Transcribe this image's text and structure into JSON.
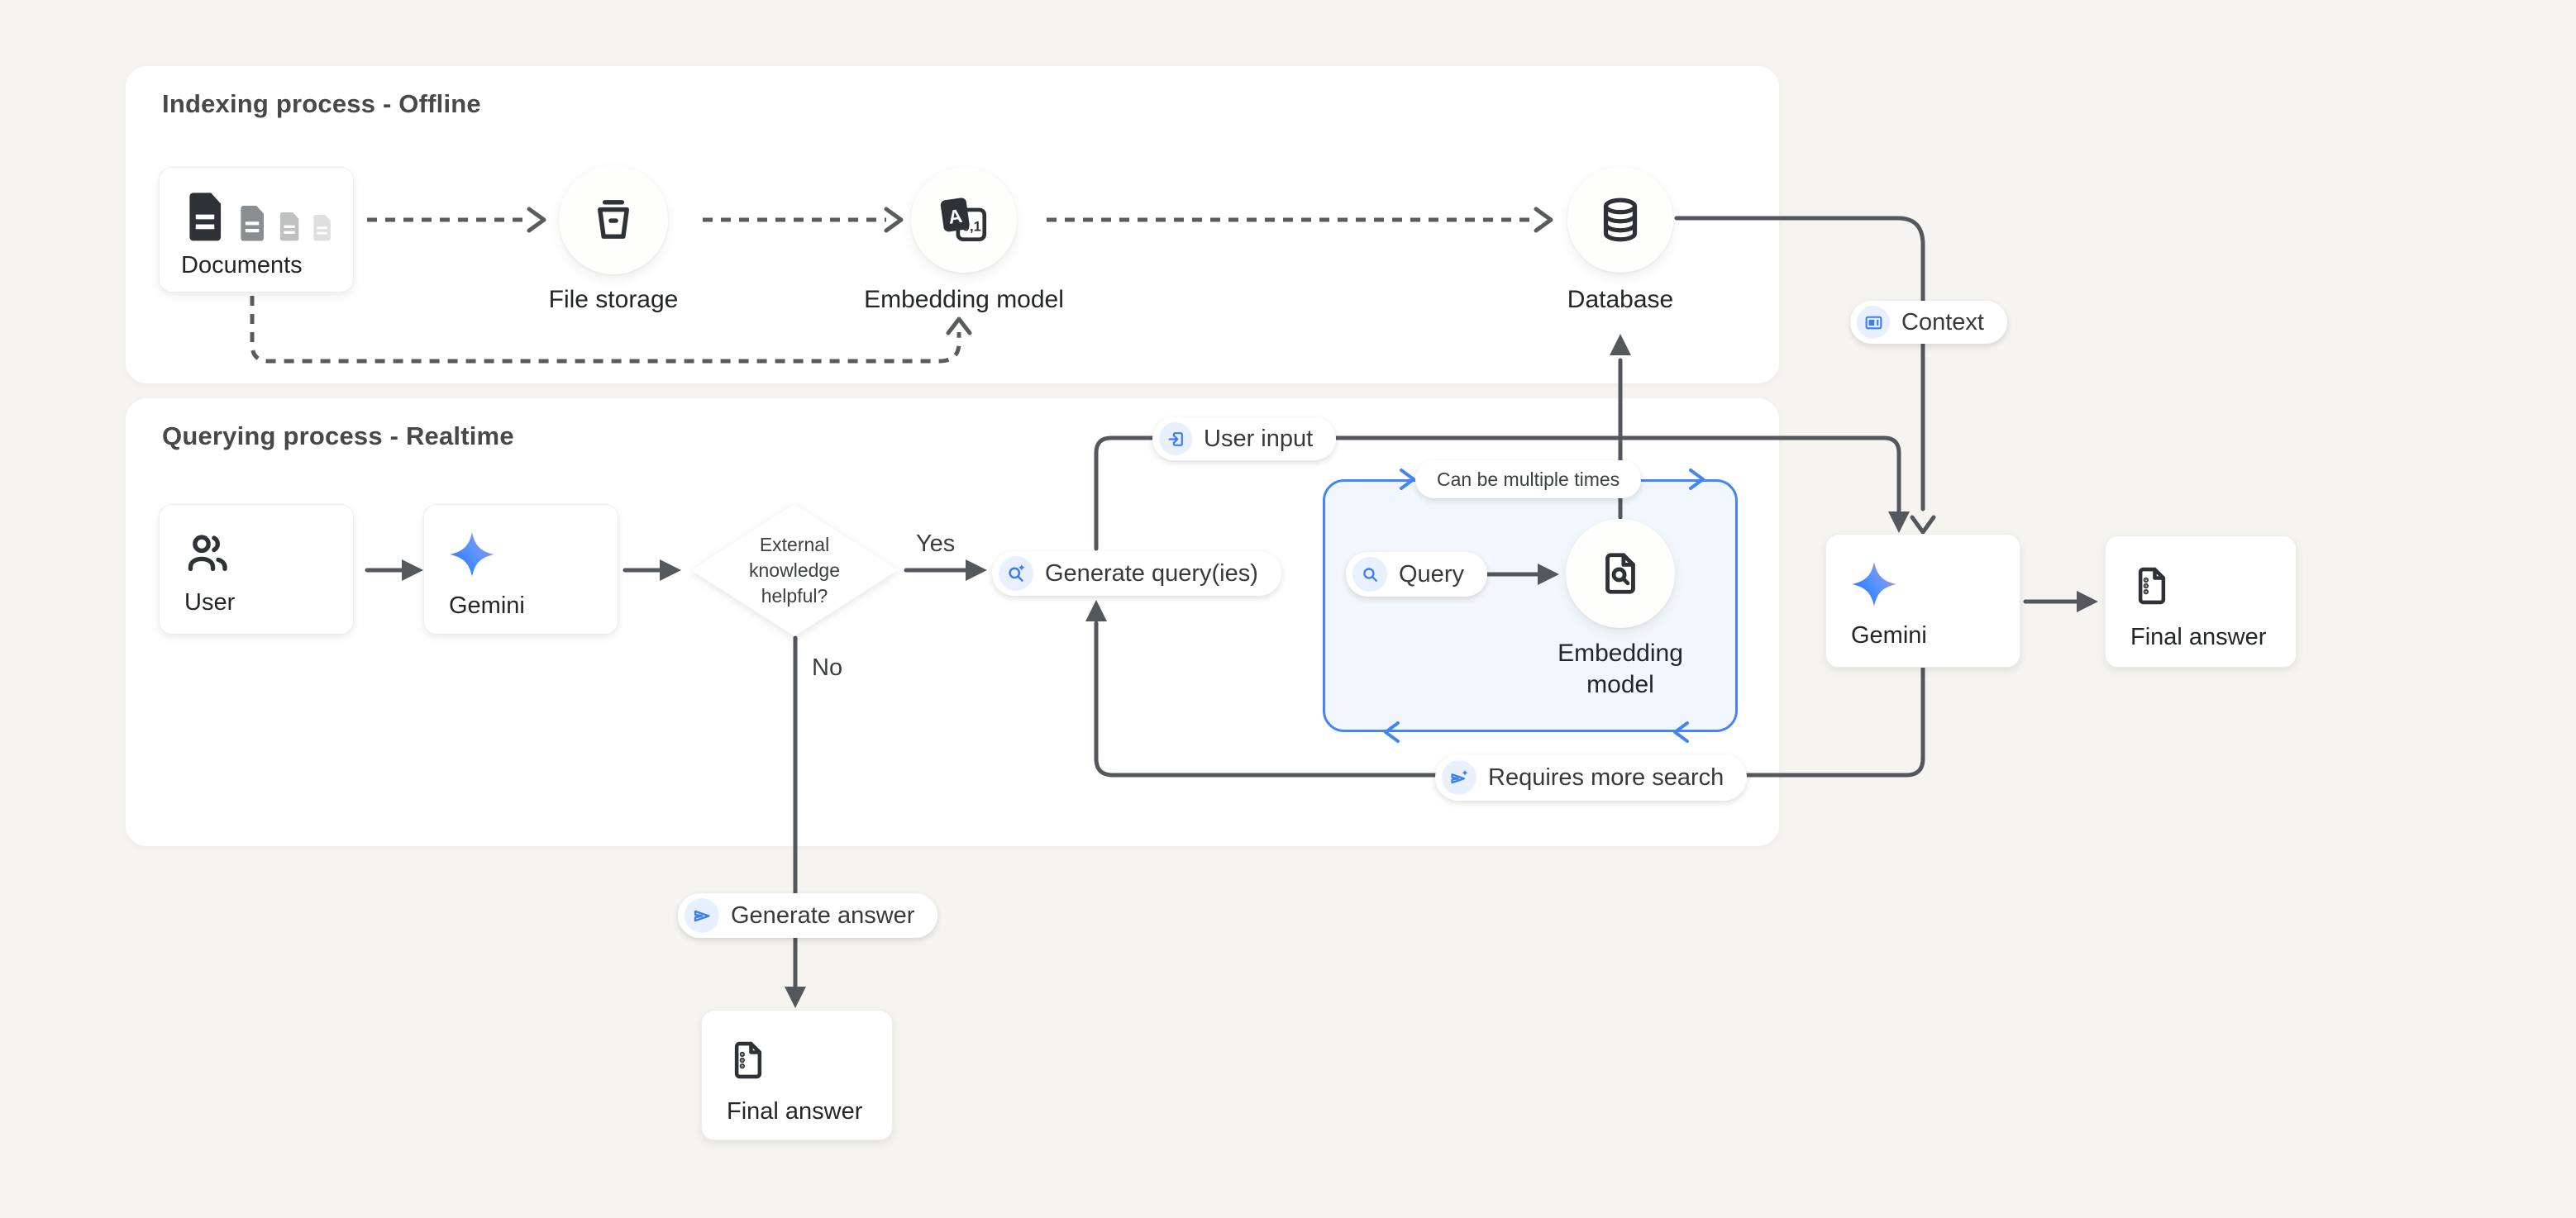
{
  "colors": {
    "background": "#f5f4f0",
    "panel": "#ffffff",
    "line_gray": "#54575b",
    "accent_blue": "#4285f4",
    "icon_blue": "#3b7ded",
    "light_blue_bubble": "#e8f0fe",
    "loop_fill": "#f2f7fd",
    "text": "#232629",
    "gemini_gradient": [
      "#1f6ffc",
      "#5b95ff",
      "#a78ceb"
    ]
  },
  "sections": {
    "indexing": {
      "title": "Indexing process - Offline"
    },
    "querying": {
      "title": "Querying process - Realtime"
    }
  },
  "indexing": {
    "documents": "Documents",
    "file_storage": "File storage",
    "embedding_model": "Embedding model",
    "database": "Database"
  },
  "querying": {
    "user": "User",
    "gemini": "Gemini",
    "decision": "External\nknowledge\nhelpful?",
    "yes": "Yes",
    "no": "No",
    "generate_queries": "Generate query(ies)",
    "query": "Query",
    "embedding_model": "Embedding\nmodel",
    "loop_note": "Can be multiple times",
    "final_answer": "Final answer"
  },
  "flow_labels": {
    "user_input": "User input",
    "context": "Context",
    "requires_more_search": "Requires more search",
    "generate_answer": "Generate answer"
  },
  "outputs": {
    "gemini": "Gemini",
    "final_answer": "Final answer"
  }
}
